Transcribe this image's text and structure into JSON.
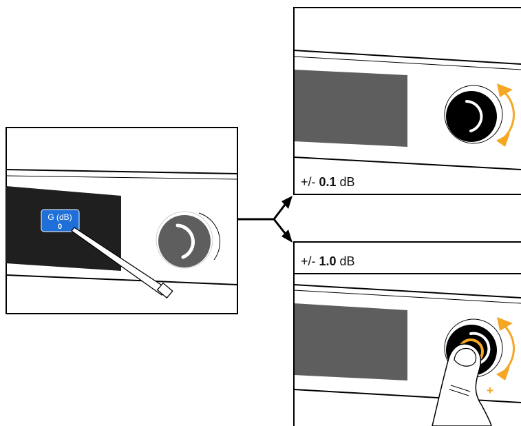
{
  "left_panel": {
    "gain_label": "G (dB)",
    "gain_value": "0"
  },
  "top_panel": {
    "step_prefix": "+/- ",
    "step_value": "0.1",
    "step_unit": " dB"
  },
  "bottom_panel": {
    "step_prefix": "+/- ",
    "step_value": "1.0",
    "step_unit": " dB",
    "press_symbol": "+"
  },
  "colors": {
    "outline": "#000000",
    "display_dark": "#1f1f1f",
    "display_gray": "#5e5e5e",
    "knob_gray": "#5e5e5e",
    "knob_black": "#000000",
    "highlight_blue": "#1f6fd8",
    "accent_orange": "#f5a623"
  }
}
